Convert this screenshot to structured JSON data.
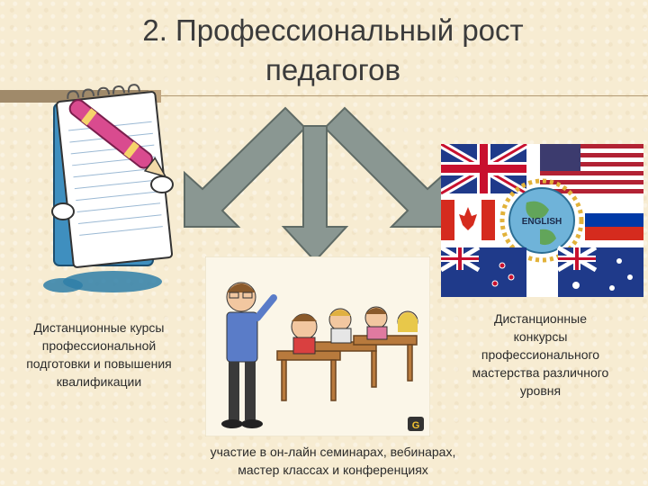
{
  "slide": {
    "title": "2. Профессиональный рост\nпедагогов"
  },
  "captions": {
    "left": "Дистанционные курсы\nпрофессиональной\nподготовки и повышения\nквалификации",
    "right": "Дистанционные\nконкурсы\nпрофессионального\nмастерства различного\nуровня",
    "bottom": "участие в он-лайн семинарах, вебинарах,\nмастер классах и конференциях"
  },
  "images": {
    "globe_label": "ENGLISH",
    "classroom_badge": "G"
  },
  "colors": {
    "background": "#f7ecd2",
    "arrow_fill": "#8a9792",
    "arrow_stroke": "#5f6b66",
    "rule": "#b29a74"
  }
}
